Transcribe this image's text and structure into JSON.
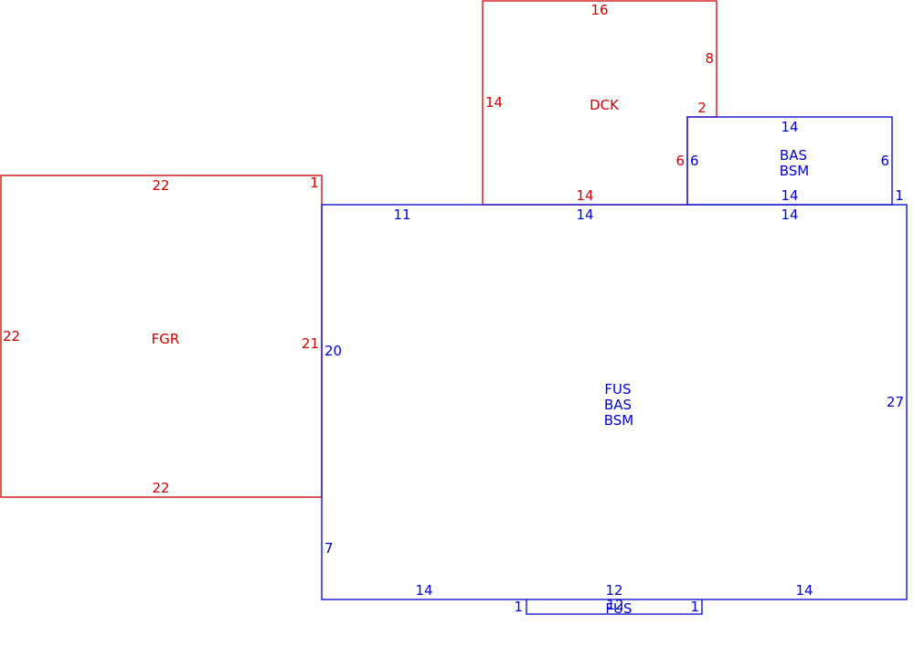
{
  "colors": {
    "secondary_structures": "#cc0000",
    "main_structures": "#0000cc",
    "background": "#ffffff"
  },
  "areas": {
    "garage": {
      "code": "FGR"
    },
    "deck": {
      "code": "DCK"
    },
    "rear_addition": {
      "codes": [
        "BAS",
        "BSM"
      ]
    },
    "main_house": {
      "codes": [
        "FUS",
        "BAS",
        "BSM"
      ]
    },
    "bay": {
      "code": "FUS"
    }
  },
  "dimensions": {
    "garage": {
      "top": "22",
      "top_right": "1",
      "left": "22",
      "right": "21",
      "bottom": "22"
    },
    "deck": {
      "top": "16",
      "upper_right": "8",
      "step": "2",
      "left": "14",
      "lower_right": "6",
      "bottom": "14"
    },
    "rear_addition": {
      "top": "14",
      "left": "6",
      "right": "6",
      "bottom": "14",
      "ledge": "1"
    },
    "main_house": {
      "top_left": "11",
      "top_middle": "14",
      "top_right": "14",
      "left_upper": "20",
      "left_lower": "7",
      "right": "27",
      "bottom_left": "14",
      "bottom_middle": "12",
      "bottom_right": "14"
    },
    "bay": {
      "left": "1",
      "right": "1",
      "bottom": "12"
    }
  }
}
